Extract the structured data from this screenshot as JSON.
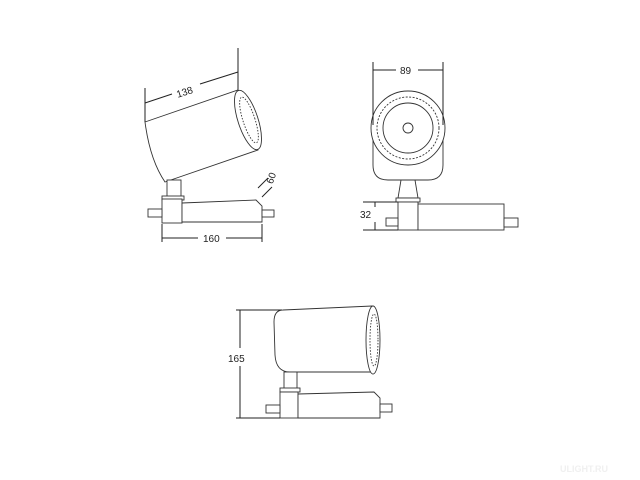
{
  "views": {
    "perspective": {
      "dim_length": "138",
      "dim_base": "160",
      "dim_angle": "60"
    },
    "front": {
      "dim_width": "89",
      "dim_base_height": "32"
    },
    "side": {
      "dim_height": "165"
    }
  },
  "watermark": "ULIGHT.RU",
  "colors": {
    "line": "#333333",
    "background": "#ffffff"
  }
}
